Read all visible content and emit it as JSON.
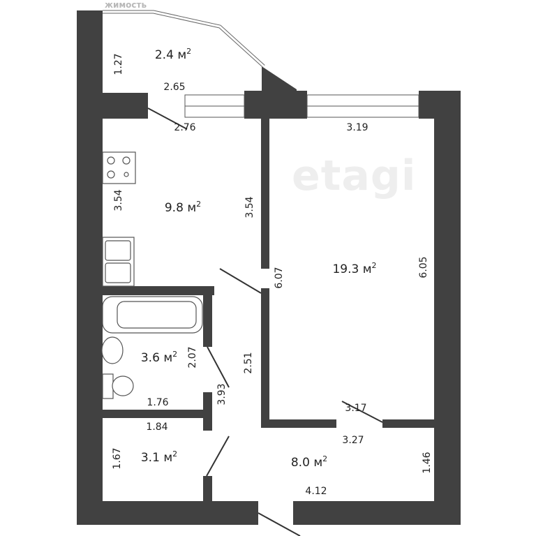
{
  "watermark": "etagi",
  "watermark_top": "жимость",
  "colors": {
    "wall": "#414141",
    "background": "#ffffff",
    "text": "#222222"
  },
  "area_unit": "м",
  "rooms": [
    {
      "name": "balcony",
      "area": "2.4"
    },
    {
      "name": "kitchen",
      "area": "9.8"
    },
    {
      "name": "living-room",
      "area": "19.3"
    },
    {
      "name": "bathroom",
      "area": "3.6"
    },
    {
      "name": "toilet-storage",
      "area": "3.1"
    },
    {
      "name": "hallway",
      "area": "8.0"
    }
  ],
  "dimensions": {
    "balcony_height": "1.27",
    "balcony_width": "2.65",
    "kitchen_width": "2.76",
    "kitchen_left": "3.54",
    "kitchen_right": "3.54",
    "room_width": "3.19",
    "room_left": "6.07",
    "room_right": "6.05",
    "room_bottom": "3.17",
    "bath_height": "2.07",
    "bath_width": "1.76",
    "corridor_length": "3.93",
    "corridor_height": "2.51",
    "small_room_width": "1.84",
    "small_room_height": "1.67",
    "hall_top": "3.27",
    "hall_right": "1.46",
    "hall_bottom": "4.12"
  }
}
